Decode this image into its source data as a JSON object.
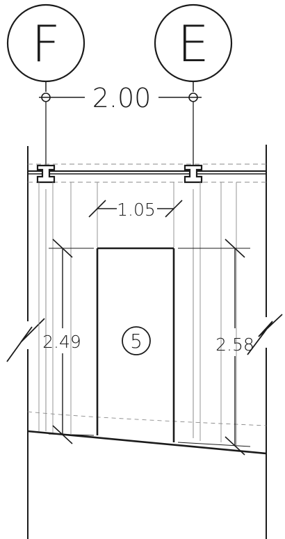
{
  "grid_lines": [
    {
      "label": "F"
    },
    {
      "label": "E"
    }
  ],
  "dimensions": {
    "grid_spacing": "2.00",
    "door_width": "1.05",
    "left_height": "2.49",
    "right_height": "2.58"
  },
  "door_tag": "5",
  "colors": {
    "ink": "#1b1b1b",
    "faint": "#6f6f6f",
    "dashed": "#8a8a8a",
    "paper": "#ffffff"
  }
}
